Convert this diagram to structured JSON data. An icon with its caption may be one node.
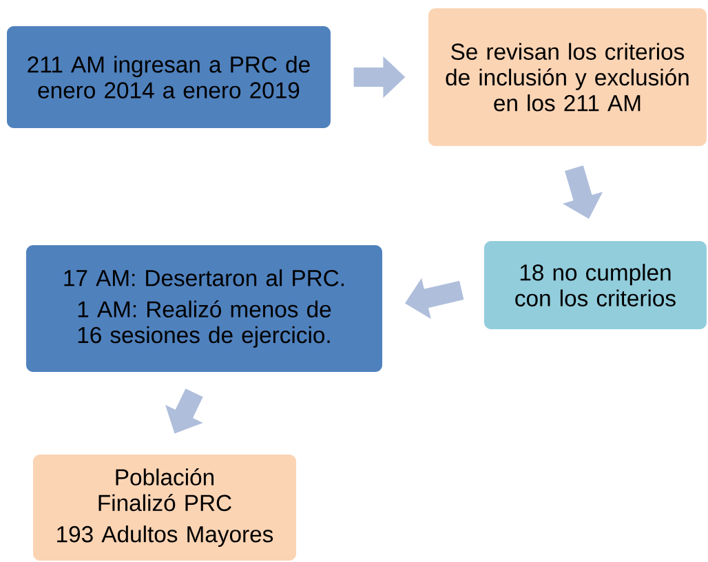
{
  "diagram": {
    "nodes": [
      {
        "text": [
          "211 AM ingresan a PRC de enero 2014 a enero 2019"
        ]
      },
      {
        "text": [
          "Se revisan los criterios de inclusión y exclusión en los 211 AM"
        ]
      },
      {
        "text": [
          "18 no cumplen con los criterios"
        ]
      },
      {
        "text": [
          "17 AM: Desertaron al PRC.",
          "1 AM: Realizó menos de 16 sesiones de ejercicio."
        ]
      },
      {
        "text": [
          "Población Finalizó PRC",
          "193 Adultos Mayores"
        ]
      }
    ],
    "edges": [
      {
        "from": 0,
        "to": 1,
        "arrow": "to"
      },
      {
        "from": 1,
        "to": 2,
        "arrow": "to"
      },
      {
        "from": 2,
        "to": 3,
        "arrow": "to"
      },
      {
        "from": 3,
        "to": 4,
        "arrow": "to"
      }
    ]
  }
}
